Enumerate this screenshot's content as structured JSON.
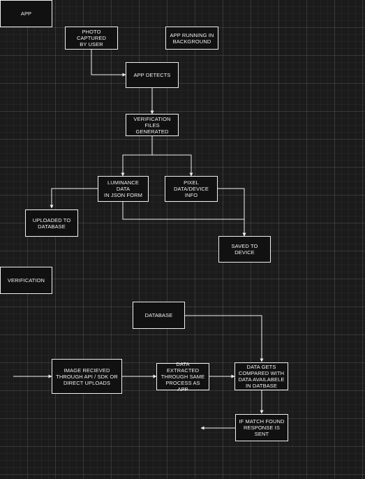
{
  "nodes": {
    "app_section": "APP",
    "photo_captured": "PHOTO CAPTURED\nBY USER",
    "app_background": "APP  RUNNING IN\nBACKGROUND",
    "app_detects": "APP DETECTS",
    "verification_files": "VERIFICATION\nFILES GENERATED",
    "luminance_data": "LUMINANCE DATA\nIN JSON FORM",
    "pixel_data": "PIXEL DATA/DEVICE\nINFO",
    "uploaded_db": "UPLOADED TO\nDATABASE",
    "saved_device": "SAVED TO DEVICE",
    "verification_section": "VERIFICATION",
    "database": "DATABASE",
    "image_received": "IMAGE RECIEVED\nTHROUGH API / SDK OR\nDIRECT UPLOADS",
    "data_extracted": "DATA EXTRACTED\nTHROUGH SAME\nPROCESS AS APP",
    "data_compared": "DATA GETS\nCOMPARED WITH\nDATA  AVAILABELE\nIN DATBASE",
    "match_found": "IF MATCH FOUND\nRESPONSE IS SENT"
  },
  "colors": {
    "background": "#1b1b1b",
    "stroke": "#f0f0f0",
    "text": "#f2f2f2"
  }
}
